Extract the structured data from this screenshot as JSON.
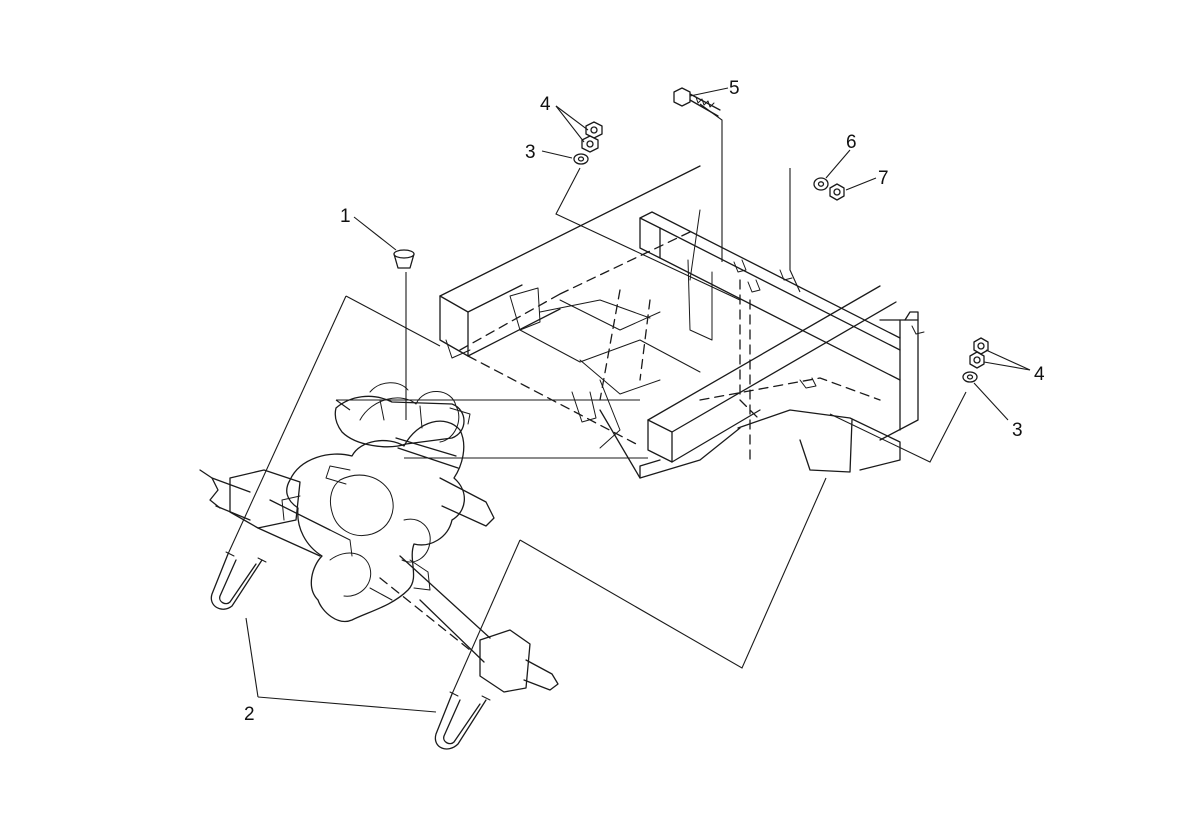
{
  "diagram": {
    "callouts": [
      {
        "id": "c1",
        "label": "1"
      },
      {
        "id": "c2",
        "label": "2"
      },
      {
        "id": "c3a",
        "label": "3"
      },
      {
        "id": "c3b",
        "label": "3"
      },
      {
        "id": "c4a",
        "label": "4"
      },
      {
        "id": "c4b",
        "label": "4"
      },
      {
        "id": "c5",
        "label": "5"
      },
      {
        "id": "c6",
        "label": "6"
      },
      {
        "id": "c7",
        "label": "7"
      }
    ]
  }
}
